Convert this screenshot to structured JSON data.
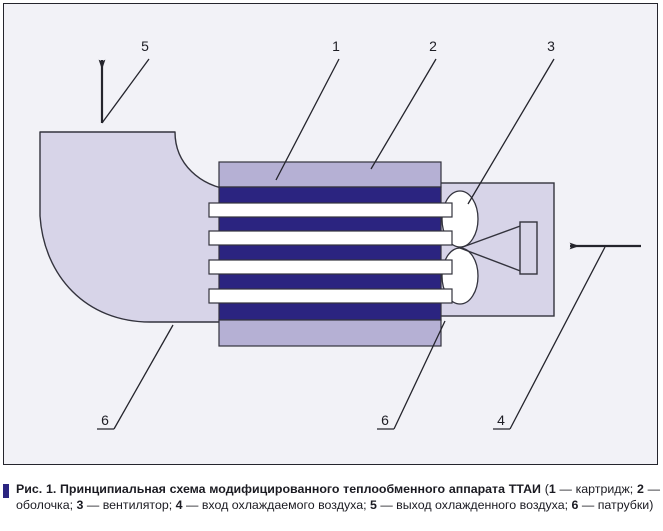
{
  "figure": {
    "title_prefix": "Рис. 1.",
    "title_main": "Принципиальная схема модифицированного теплообменного аппарата ТТАИ",
    "legend_open": "(",
    "legend_items": [
      {
        "num": "1",
        "dash": " — ",
        "text": "картридж; "
      },
      {
        "num": "2",
        "dash": " — ",
        "text": "оболочка; "
      },
      {
        "num": "3",
        "dash": " — ",
        "text": "вентилятор; "
      },
      {
        "num": "4",
        "dash": " — ",
        "text": "вход охлаждаемого воздуха; "
      },
      {
        "num": "5",
        "dash": " — ",
        "text": "выход охлажденного воздуха; "
      },
      {
        "num": "6",
        "dash": " — ",
        "text": "патрубки)"
      }
    ],
    "callouts": {
      "c1": "1",
      "c2": "2",
      "c3": "3",
      "c4": "4",
      "c5": "5",
      "c6a": "6",
      "c6b": "6"
    },
    "parts": {
      "shell": "оболочка",
      "cartridge": "картридж",
      "fan": "вентилятор",
      "fan_housing": "корпус вентилятора",
      "tubes": "патрубки",
      "inlet_arrow": "вход охлаждаемого воздуха",
      "outlet_arrow": "выход охлажденного воздуха"
    },
    "colors": {
      "panel_bg": "#f2f2f7",
      "panel_border": "#25252d",
      "shell_fill": "#d7d4e8",
      "cartridge_dark": "#2b2480",
      "cartridge_cap": "#b5b0d4",
      "tube_fill": "#ffffff",
      "fan_fill": "#ffffff",
      "stroke": "#33333d",
      "caption_bullet": "#2b2480"
    },
    "counts": {
      "dark_bands": 5,
      "tubes": 4
    }
  }
}
